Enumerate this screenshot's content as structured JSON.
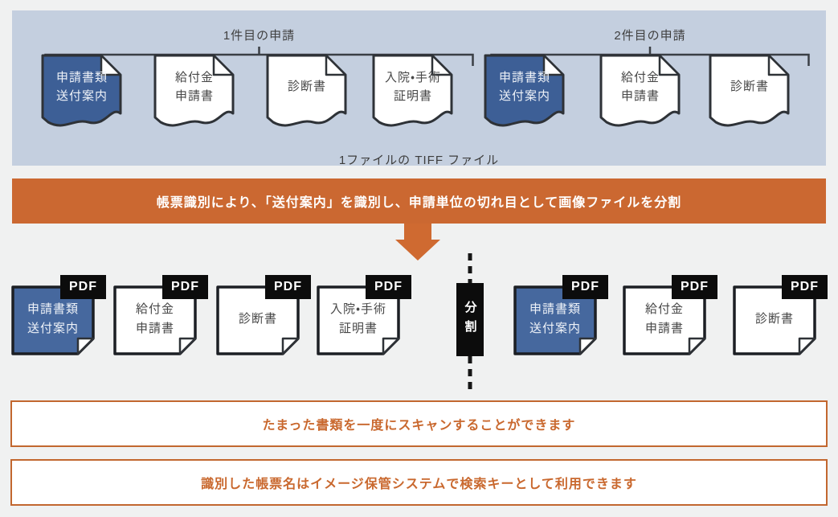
{
  "colors": {
    "page_bg": "#f0f1f1",
    "panel_bg": "#c4cfdf",
    "accent_orange": "#cb6831",
    "doc_blue_top": "#3d5f96",
    "doc_blue_mid": "#46689e",
    "badge_black": "#0c0c0c",
    "outline_dark": "#2e3237",
    "note_orange": "#c9682e"
  },
  "top_panel": {
    "group1": {
      "label": "1件目の申請",
      "docs": [
        "申請書類\n送付案内",
        "給付金\n申請書",
        "診断書",
        "入院・手術\n証明書"
      ]
    },
    "group2": {
      "label": "2件目の申請",
      "docs": [
        "申請書類\n送付案内",
        "給付金\n申請書",
        "診断書"
      ]
    },
    "caption": "1ファイルの TIFF ファイル"
  },
  "banner": {
    "text": "帳票識別により、「送付案内」を識別し、申請単位の切れ目として画像ファイルを分割"
  },
  "split_row": {
    "pdf_badge": "PDF",
    "divider": "分割",
    "group1_docs": [
      "申請書類\n送付案内",
      "給付金\n申請書",
      "診断書",
      "入院・手術\n証明書"
    ],
    "group2_docs": [
      "申請書類\n送付案内",
      "給付金\n申請書",
      "診断書"
    ]
  },
  "notes": {
    "note1": "たまった書類を一度にスキャンすることができます",
    "note2": "識別した帳票名はイメージ保管システムで検索キーとして利用できます"
  }
}
